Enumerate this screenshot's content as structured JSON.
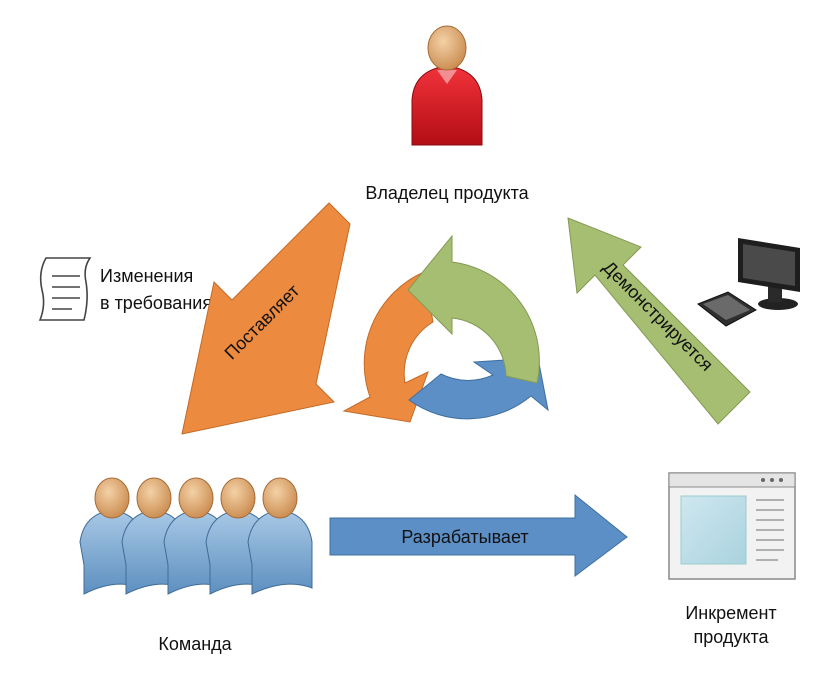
{
  "diagram": {
    "owner_label": "Владелец продукта",
    "team_label": "Команда",
    "increment_label_line1": "Инкремент",
    "increment_label_line2": "продукта",
    "changes_label_line1": "Изменения",
    "changes_label_line2": "в требованиях",
    "arrow_delivers_label": "Поставляет",
    "arrow_develops_label": "Разрабатывает",
    "arrow_demonstrates_label": "Демонстрируется"
  },
  "colors": {
    "owner_red": "#dd1c24",
    "skin": "#e6b07a",
    "team_blue": "#7aa7cf",
    "orange_arrow": "#ec8a3f",
    "green_arrow": "#a6be72",
    "blue_arrow": "#5c8fc6"
  },
  "icons": {
    "owner": "person-icon",
    "team": "team-icon",
    "document": "document-icon",
    "computer": "computer-icon",
    "increment": "browser-window-icon",
    "cycle": "cycle-arrows-icon"
  }
}
